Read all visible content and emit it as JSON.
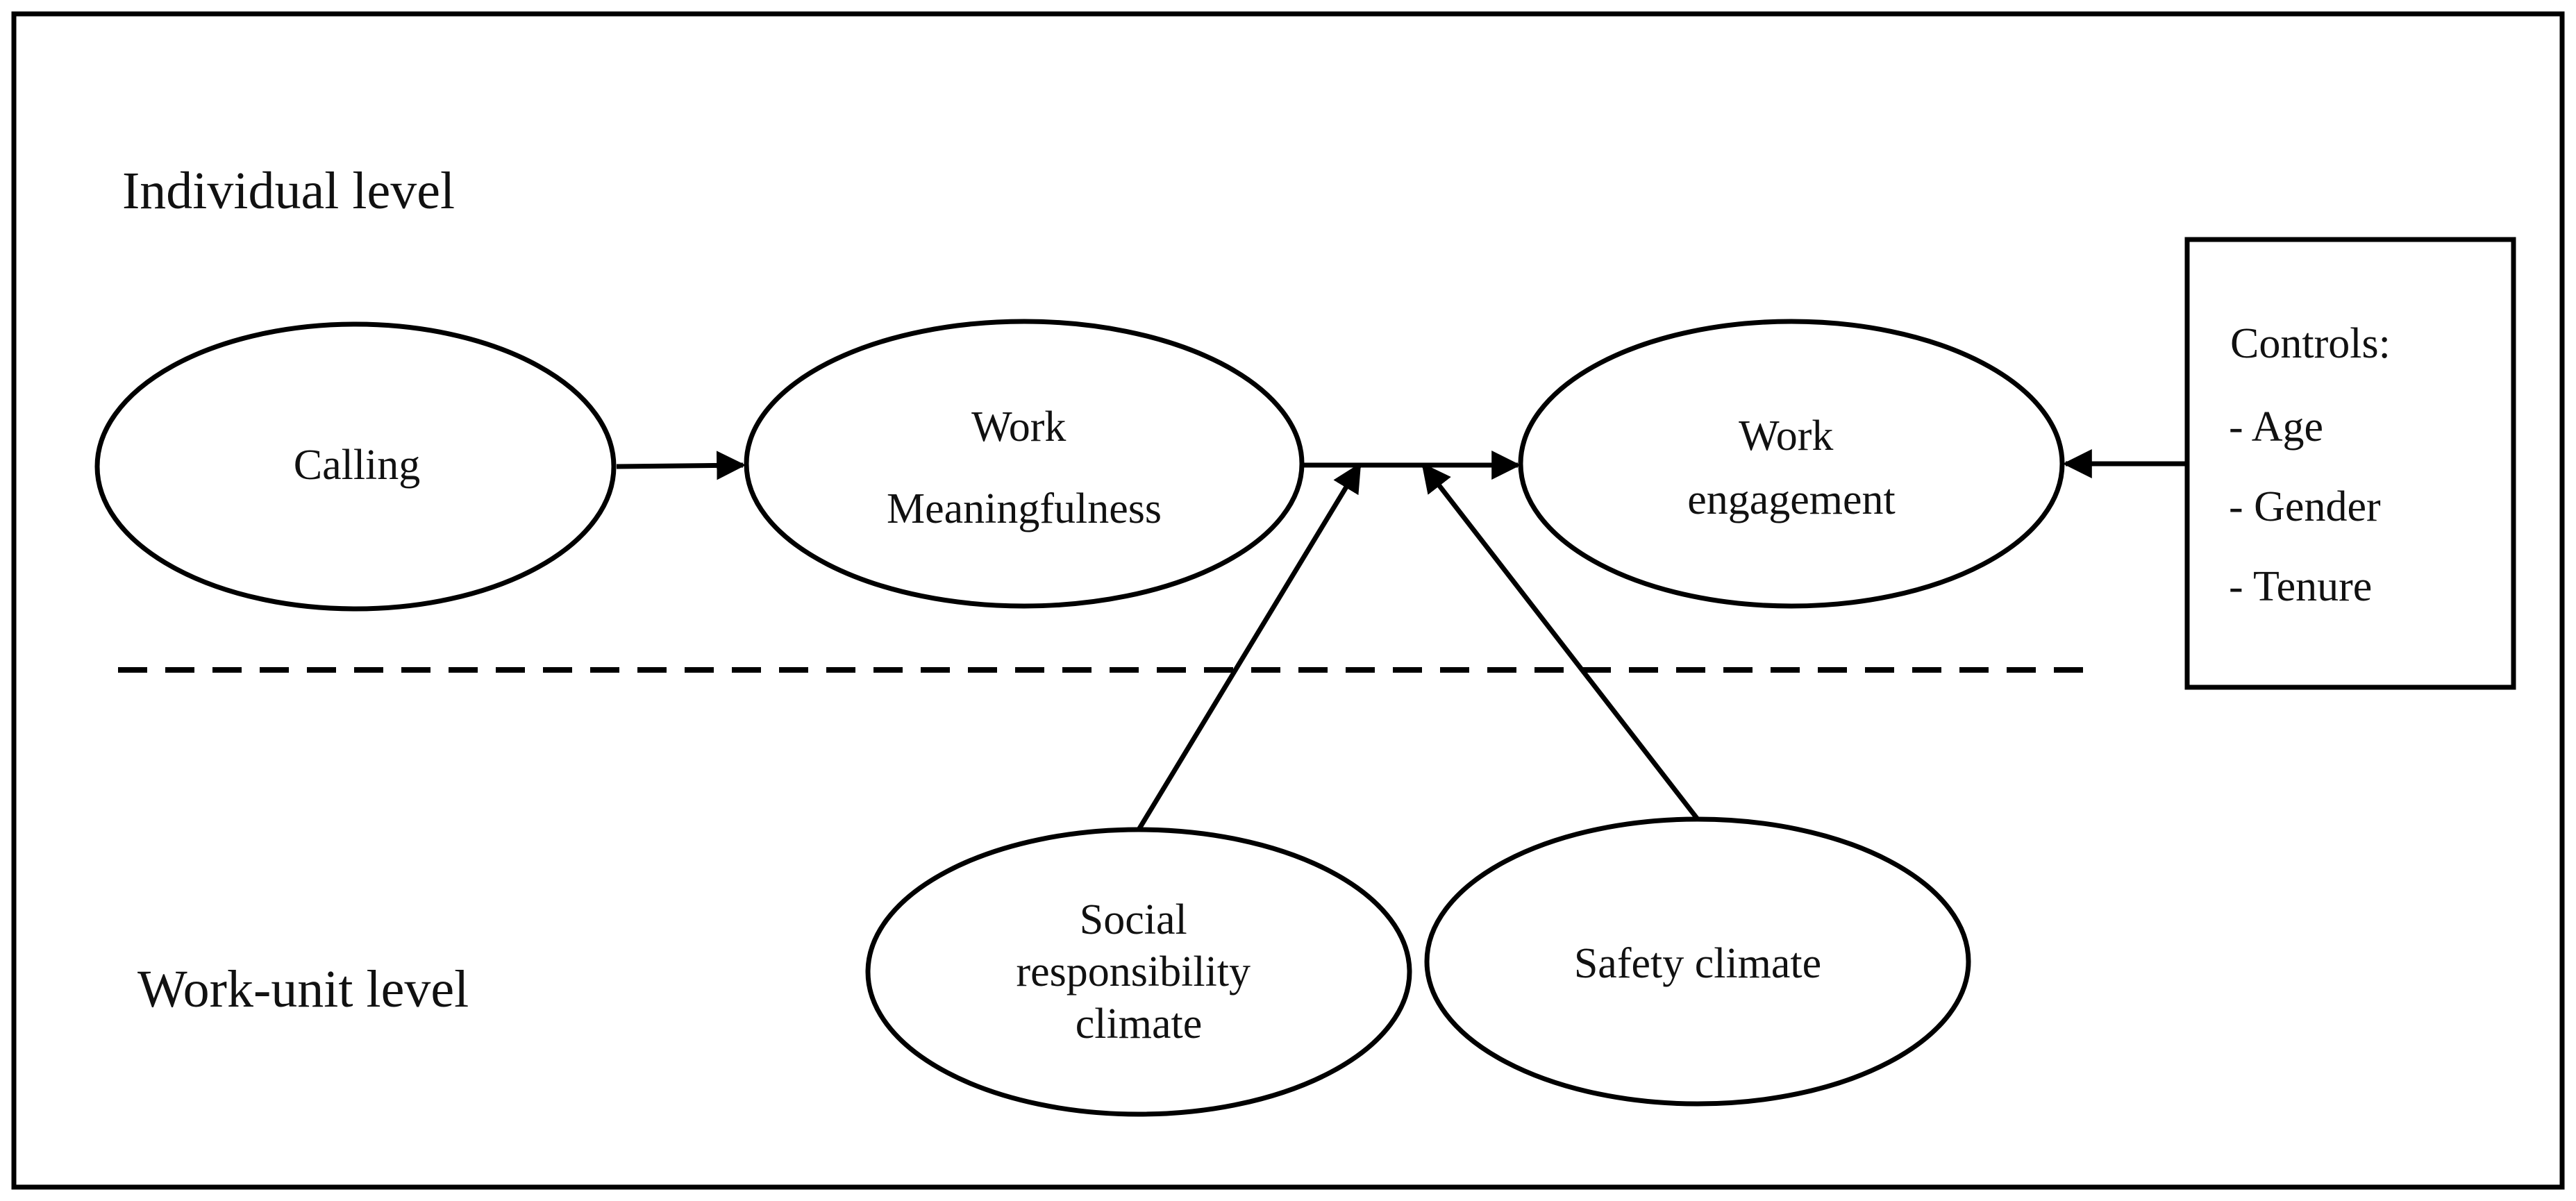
{
  "levels": {
    "individual": "Individual level",
    "work_unit": "Work-unit level"
  },
  "nodes": {
    "calling": [
      "Calling"
    ],
    "work_meaningfulness": [
      "Work",
      "Meaningfulness"
    ],
    "work_engagement": [
      "Work",
      "engagement"
    ],
    "social_responsibility_climate": [
      "Social",
      "responsibility",
      "climate"
    ],
    "safety_climate": [
      "Safety climate"
    ]
  },
  "controls": {
    "title": "Controls:",
    "items": [
      "- Age",
      "- Gender",
      "- Tenure"
    ]
  },
  "edges": [
    {
      "from": "calling",
      "to": "work_meaningfulness"
    },
    {
      "from": "work_meaningfulness",
      "to": "work_engagement"
    },
    {
      "from": "social_responsibility_climate",
      "to": "work_meaningfulness->work_engagement"
    },
    {
      "from": "safety_climate",
      "to": "work_meaningfulness->work_engagement"
    },
    {
      "from": "controls",
      "to": "work_engagement"
    }
  ]
}
